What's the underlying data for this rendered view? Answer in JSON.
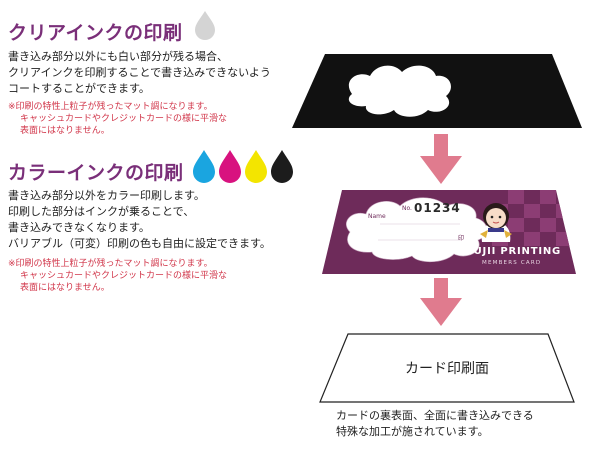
{
  "clear_ink": {
    "title": "クリアインクの印刷",
    "lines": [
      "書き込み部分以外にも白い部分が残る場合、",
      "クリアインクを印刷することで書き込みできないよう",
      "コートすることができます。"
    ],
    "note_lines": [
      "※印刷の特性上粒子が残ったマット調になります。",
      "キャッシュカードやクレジットカードの様に平滑な",
      "表面にはなりません。"
    ],
    "drop_color": "#d4d4d4"
  },
  "color_ink": {
    "title": "カラーインクの印刷",
    "lines": [
      "書き込み部分以外をカラー印刷します。",
      "印刷した部分はインクが乗ることで、",
      "書き込みできなくなります。",
      "バリアブル（可変）印刷の色も自由に設定できます。"
    ],
    "note_lines": [
      "※印刷の特性上粒子が残ったマット調になります。",
      "キャッシュカードやクレジットカードの様に平滑な",
      "表面にはなりません。"
    ],
    "drop_colors": [
      "#1aa5e0",
      "#d8127f",
      "#f3e500",
      "#1c1c1c"
    ]
  },
  "card": {
    "number_prefix": "No.",
    "number": "01234",
    "name_label": "Name",
    "seal_label": "印",
    "brand": "FUJII PRINTING",
    "subtitle": "MEMBERS CARD",
    "base_color": "#6e2b5a",
    "accent_color": "#8c3d74"
  },
  "base_card": {
    "label": "カード印刷面"
  },
  "caption": {
    "lines": [
      "カードの裏表面、全面に書き込みできる",
      "特殊な加工が施されています。"
    ]
  },
  "arrow_color": "#e07b8e"
}
